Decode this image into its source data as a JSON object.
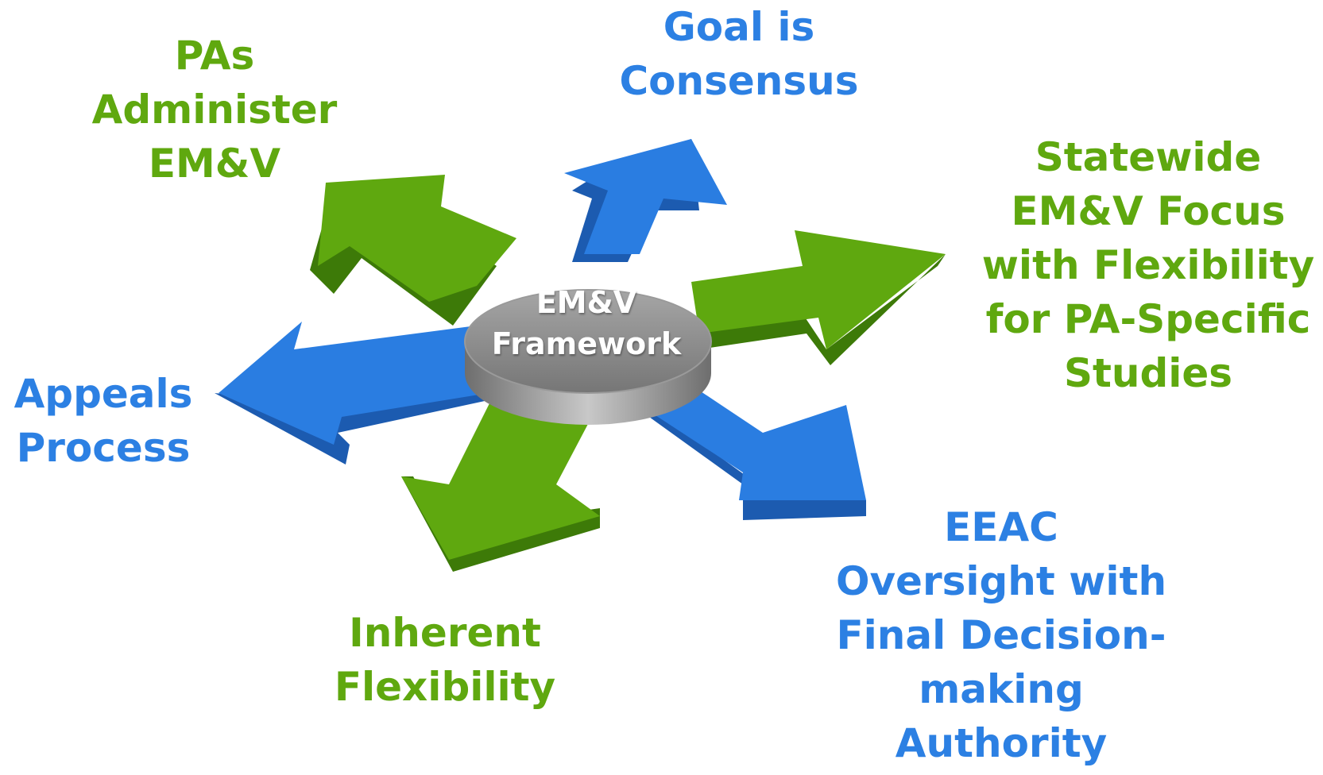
{
  "center": {
    "lines": [
      "EM&V",
      "Framework"
    ]
  },
  "labels": {
    "goal": [
      "Goal is",
      "Consensus"
    ],
    "pas": [
      "PAs",
      "Administer",
      "EM&V"
    ],
    "statewide": [
      "Statewide",
      "EM&V Focus",
      "with Flexibility",
      "for PA-Specific",
      "Studies"
    ],
    "appeals": [
      "Appeals",
      "Process"
    ],
    "inherent": [
      "Inherent",
      "Flexibility"
    ],
    "eeac": [
      "EEAC",
      "Oversight with",
      "Final Decision-",
      "making",
      "Authority"
    ]
  },
  "colors": {
    "green_text": "#5fa80f",
    "blue_text": "#2c80e3",
    "green_arrow": "#5fa80f",
    "green_arrow_dark": "#3d7a08",
    "blue_arrow": "#2a7de1",
    "blue_arrow_dark": "#1c5bb0",
    "hub": "#8c8c8c",
    "hub_dark": "#5e5e5e"
  }
}
